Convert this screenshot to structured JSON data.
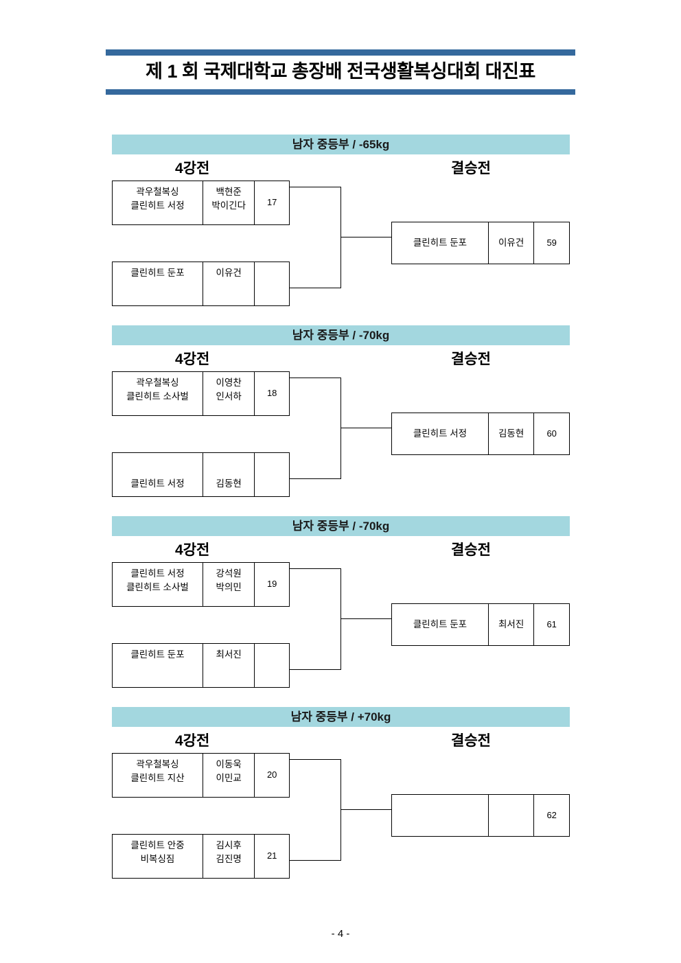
{
  "document": {
    "title": "제 1 회 국제대학교 총장배 전국생활복싱대회 대진표",
    "page_footer": "- 4 -",
    "colors": {
      "title_rule": "#35699D",
      "section_header": "#A3D7DF",
      "box_border": "#000000"
    }
  },
  "round_labels": {
    "semifinal": "4강전",
    "final": "결승전"
  },
  "sections": [
    {
      "header": "남자 중등부 /  -65kg",
      "semifinals": [
        {
          "club_lines": [
            "곽우철복싱",
            "클린히트 서정"
          ],
          "name_lines": [
            "백현준",
            "박이긴다"
          ],
          "number": "17",
          "align": "top"
        },
        {
          "club_lines": [
            "클린히트 둔포",
            ""
          ],
          "name_lines": [
            "이유건",
            ""
          ],
          "number": "",
          "align": "top"
        }
      ],
      "final": {
        "club": "클린히트 둔포",
        "name": "이유건",
        "number": "59"
      }
    },
    {
      "header": "남자 중등부 /  -70kg",
      "semifinals": [
        {
          "club_lines": [
            "곽우철복싱",
            "클린히트 소사벌"
          ],
          "name_lines": [
            "이영찬",
            "인서하"
          ],
          "number": "18",
          "align": "top"
        },
        {
          "club_lines": [
            "",
            "클린히트 서정"
          ],
          "name_lines": [
            "",
            "김동현"
          ],
          "number": "",
          "align": "bottom"
        }
      ],
      "final": {
        "club": "클린히트 서정",
        "name": "김동현",
        "number": "60"
      }
    },
    {
      "header": "남자 중등부 /  -70kg",
      "semifinals": [
        {
          "club_lines": [
            "클린히트 서정",
            "클린히트 소사벌"
          ],
          "name_lines": [
            "강석원",
            "박의민"
          ],
          "number": "19",
          "align": "top"
        },
        {
          "club_lines": [
            "클린히트 둔포",
            ""
          ],
          "name_lines": [
            "최서진",
            ""
          ],
          "number": "",
          "align": "top"
        }
      ],
      "final": {
        "club": "클린히트 둔포",
        "name": "최서진",
        "number": "61"
      }
    },
    {
      "header": "남자 중등부 /  +70kg",
      "semifinals": [
        {
          "club_lines": [
            "곽우철복싱",
            "클린히트 지산"
          ],
          "name_lines": [
            "이동욱",
            "이민교"
          ],
          "number": "20",
          "align": "top"
        },
        {
          "club_lines": [
            "클린히트 안중",
            "비복싱짐"
          ],
          "name_lines": [
            "김시후",
            "김진명"
          ],
          "number": "21",
          "align": "top"
        }
      ],
      "final": {
        "club": "",
        "name": "",
        "number": "62"
      }
    }
  ]
}
